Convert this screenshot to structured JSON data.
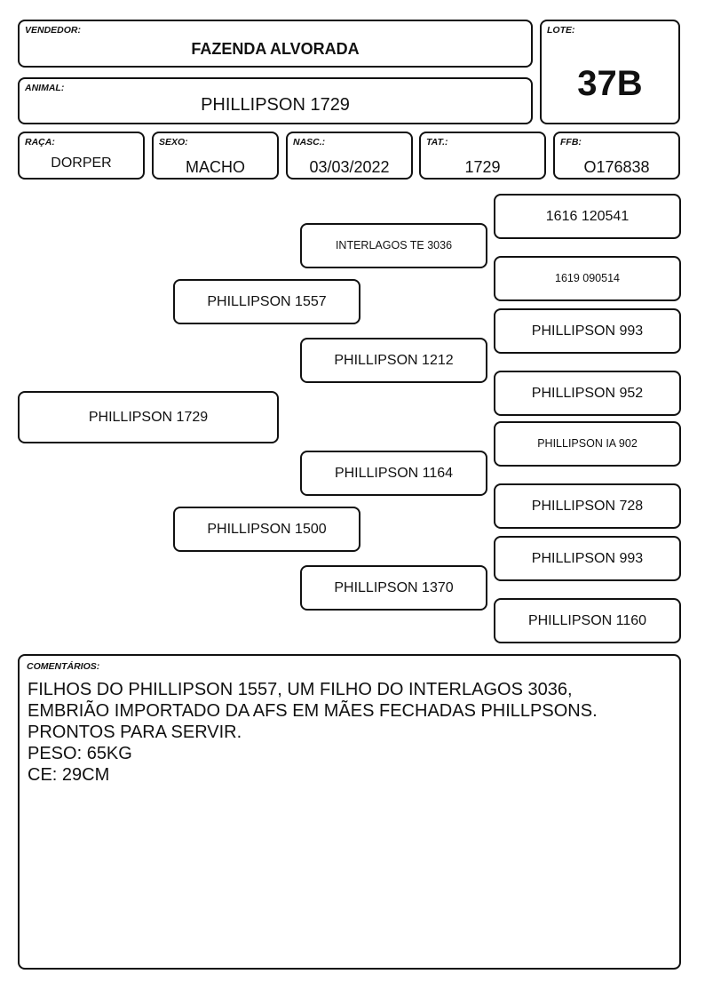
{
  "header": {
    "vendedor": {
      "label": "VENDEDOR:",
      "value": "FAZENDA ALVORADA"
    },
    "animal": {
      "label": "ANIMAL:",
      "value": "PHILLIPSON 1729"
    },
    "lote": {
      "label": "LOTE:",
      "value": "37B"
    },
    "raca": {
      "label": "RAÇA:",
      "value": "DORPER"
    },
    "sexo": {
      "label": "SEXO:",
      "value": "MACHO"
    },
    "nasc": {
      "label": "NASC.:",
      "value": "03/03/2022"
    },
    "tat": {
      "label": "TAT.:",
      "value": "1729"
    },
    "ffb": {
      "label": "FFB:",
      "value": "O176838"
    }
  },
  "pedigree": {
    "animal": "PHILLIPSON 1729",
    "sire": "PHILLIPSON 1557",
    "dam": "PHILLIPSON 1500",
    "sire_sire": "INTERLAGOS TE 3036",
    "sire_dam": "PHILLIPSON 1212",
    "dam_sire": "PHILLIPSON 1164",
    "dam_dam": "PHILLIPSON 1370",
    "ss_sire": "1616 120541",
    "ss_dam": "1619 090514",
    "sd_sire": "PHILLIPSON 993",
    "sd_dam": "PHILLIPSON 952",
    "ds_sire": "PHILLIPSON IA 902",
    "ds_dam": "PHILLIPSON 728",
    "dd_sire": "PHILLIPSON 993",
    "dd_dam": "PHILLIPSON 1160"
  },
  "comments": {
    "label": "COMENTÁRIOS:",
    "text": "FILHOS DO PHILLIPSON 1557, UM FILHO DO INTERLAGOS 3036,\nEMBRIÃO IMPORTADO DA AFS EM MÃES FECHADAS PHILLPSONS.\nPRONTOS PARA SERVIR.\nPESO: 65KG\nCE: 29CM"
  }
}
